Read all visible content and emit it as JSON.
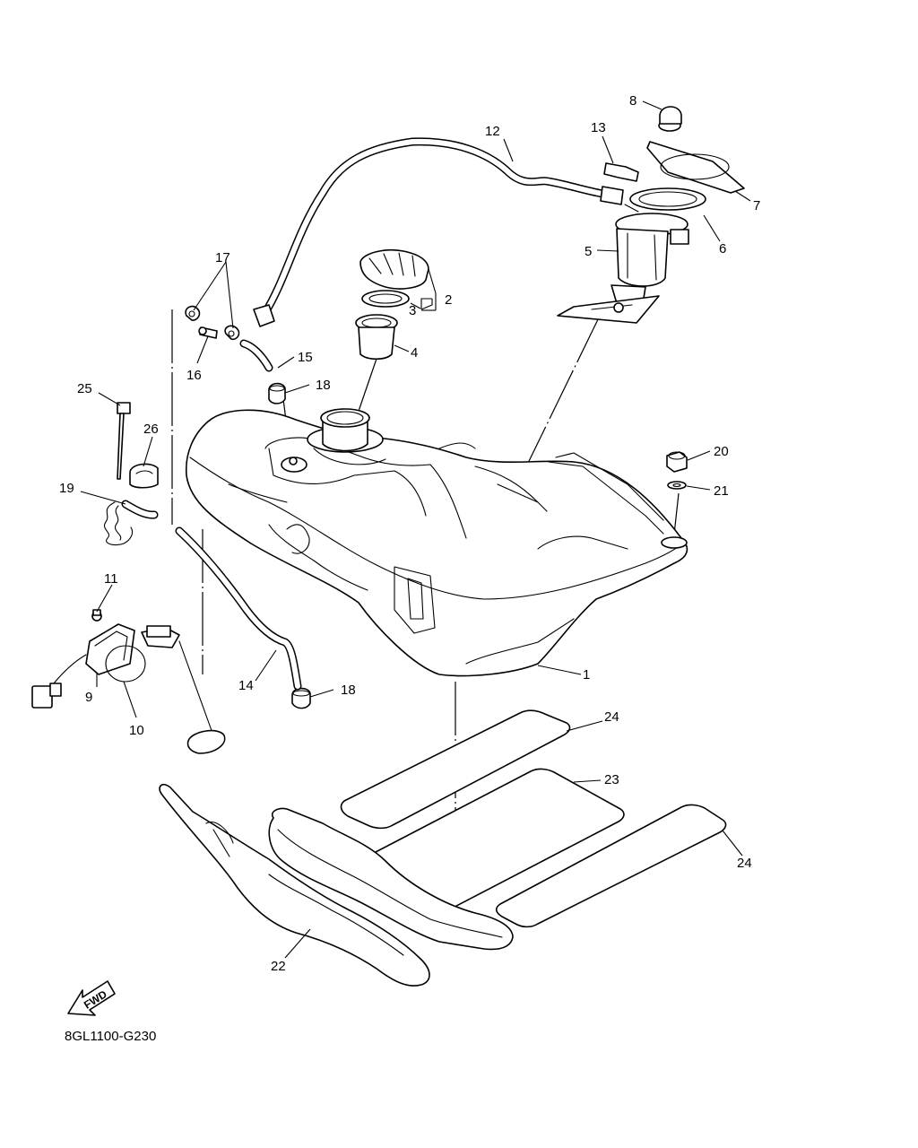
{
  "diagram": {
    "drawing_code": "8GL1100-G230",
    "fwd_label": "FWD",
    "callouts": [
      {
        "id": "c1",
        "label": "1"
      },
      {
        "id": "c2",
        "label": "2"
      },
      {
        "id": "c3",
        "label": "3"
      },
      {
        "id": "c4",
        "label": "4"
      },
      {
        "id": "c5",
        "label": "5"
      },
      {
        "id": "c6",
        "label": "6"
      },
      {
        "id": "c7",
        "label": "7"
      },
      {
        "id": "c8",
        "label": "8"
      },
      {
        "id": "c9",
        "label": "9"
      },
      {
        "id": "c10",
        "label": "10"
      },
      {
        "id": "c11",
        "label": "11"
      },
      {
        "id": "c12",
        "label": "12"
      },
      {
        "id": "c13",
        "label": "13"
      },
      {
        "id": "c14",
        "label": "14"
      },
      {
        "id": "c15",
        "label": "15"
      },
      {
        "id": "c16",
        "label": "16"
      },
      {
        "id": "c17",
        "label": "17"
      },
      {
        "id": "c18a",
        "label": "18"
      },
      {
        "id": "c18b",
        "label": "18"
      },
      {
        "id": "c19",
        "label": "19"
      },
      {
        "id": "c20",
        "label": "20"
      },
      {
        "id": "c21",
        "label": "21"
      },
      {
        "id": "c22",
        "label": "22"
      },
      {
        "id": "c23",
        "label": "23"
      },
      {
        "id": "c24a",
        "label": "24"
      },
      {
        "id": "c24b",
        "label": "24"
      },
      {
        "id": "c25",
        "label": "25"
      },
      {
        "id": "c26",
        "label": "26"
      }
    ]
  }
}
